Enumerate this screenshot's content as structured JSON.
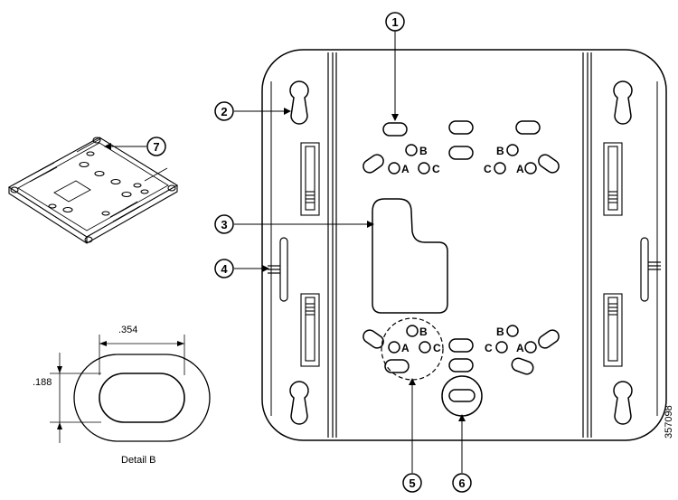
{
  "callouts": [
    "1",
    "2",
    "3",
    "4",
    "5",
    "6",
    "7"
  ],
  "hole_letters": {
    "a": "A",
    "b": "B",
    "c": "C"
  },
  "detail": {
    "dim_width": ".354",
    "dim_height": ".188",
    "caption": "Detail B"
  },
  "figure_id": "357098"
}
